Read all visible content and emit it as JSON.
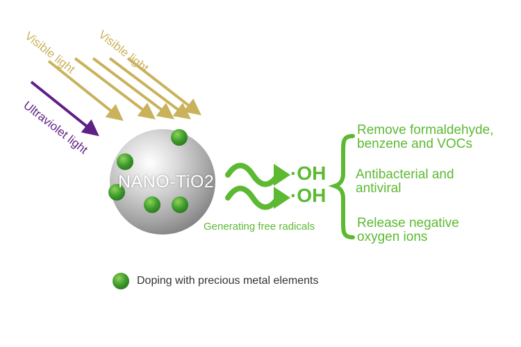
{
  "labels": {
    "visible_light_1": "Visible light",
    "visible_light_2": "Visible light",
    "ultraviolet_light": "Ultraviolet light",
    "particle": "NANO-TiO2",
    "radical_1": "·OH",
    "radical_2": "·OH",
    "caption": "Generating free radicals"
  },
  "effects": [
    {
      "line1": "Remove formaldehyde,",
      "line2": "benzene and VOCs"
    },
    {
      "line1": "Antibacterial and",
      "line2": "antiviral"
    },
    {
      "line1": "Release negative",
      "line2": "oxygen ions"
    }
  ],
  "legend": {
    "text": "Doping with precious metal elements"
  },
  "colors": {
    "visible_light": "#c9b25b",
    "ultraviolet": "#5e1f86",
    "green": "#5cb931",
    "dot_green": "#3f9c2c",
    "sphere": "#b8b8b8"
  }
}
